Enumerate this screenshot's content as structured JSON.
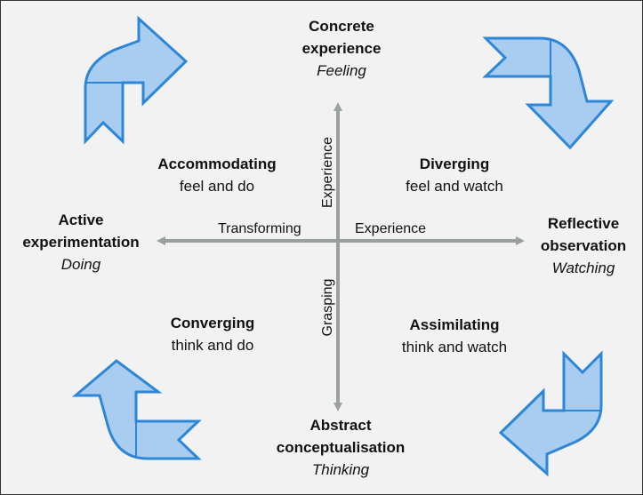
{
  "poles": {
    "top": {
      "title_line1": "Concrete",
      "title_line2": "experience",
      "subtitle": "Feeling"
    },
    "right": {
      "title_line1": "Reflective",
      "title_line2": "observation",
      "subtitle": "Watching"
    },
    "bottom": {
      "title_line1": "Abstract",
      "title_line2": "conceptualisation",
      "subtitle": "Thinking"
    },
    "left": {
      "title_line1": "Active",
      "title_line2": "experimentation",
      "subtitle": "Doing"
    }
  },
  "quadrants": {
    "top_left": {
      "title": "Accommodating",
      "desc": "feel and do"
    },
    "top_right": {
      "title": "Diverging",
      "desc": "feel and watch"
    },
    "bottom_left": {
      "title": "Converging",
      "desc": "think and do"
    },
    "bottom_right": {
      "title": "Assimilating",
      "desc": "think and watch"
    }
  },
  "axis_labels": {
    "left": "Transforming",
    "right": "Experience",
    "up": "Experience",
    "down": "Grasping"
  },
  "colors": {
    "arrow_fill": "#a9cdf0",
    "arrow_stroke": "#2e86d6",
    "axis": "#9aa09c"
  },
  "icons": [
    "cycle-arrow-top-left",
    "cycle-arrow-top-right",
    "cycle-arrow-bottom-right",
    "cycle-arrow-bottom-left"
  ]
}
